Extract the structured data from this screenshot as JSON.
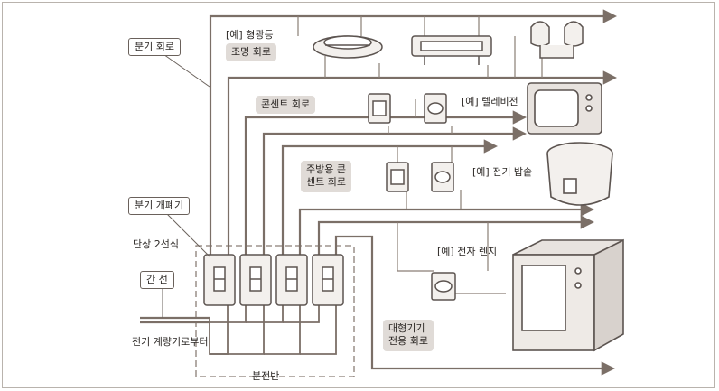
{
  "labels": {
    "branch_circuit": "분기 회로",
    "lighting_example": "[예] 형광등",
    "lighting_circuit": "조명 회로",
    "outlet_circuit": "콘센트 회로",
    "tv_example": "[예] 텔레비전",
    "kitchen_circuit_line1": "주방용 콘",
    "kitchen_circuit_line2": "센트 회로",
    "rice_cooker_example": "[예] 전기 밥솥",
    "branch_breaker": "분기 개폐기",
    "single_phase": "단상 2선식",
    "main_line": "간 선",
    "microwave_example": "[예] 전자 렌지",
    "large_appliance_line1": "대형기기",
    "large_appliance_line2": "전용 회로",
    "from_meter": "전기 계량기로부터",
    "distribution_board": "분전반"
  },
  "colors": {
    "wire": "#7b6f67",
    "tag_bg": "#e0dbd7",
    "frame": "#b9b3ad",
    "appliance": "#8a7e76"
  },
  "icons": [
    "fluorescent-lamp-icon",
    "ceiling-light-icon",
    "wall-lamp-icon",
    "outlet-icon",
    "television-icon",
    "rice-cooker-icon",
    "microwave-icon",
    "breaker-icon"
  ]
}
